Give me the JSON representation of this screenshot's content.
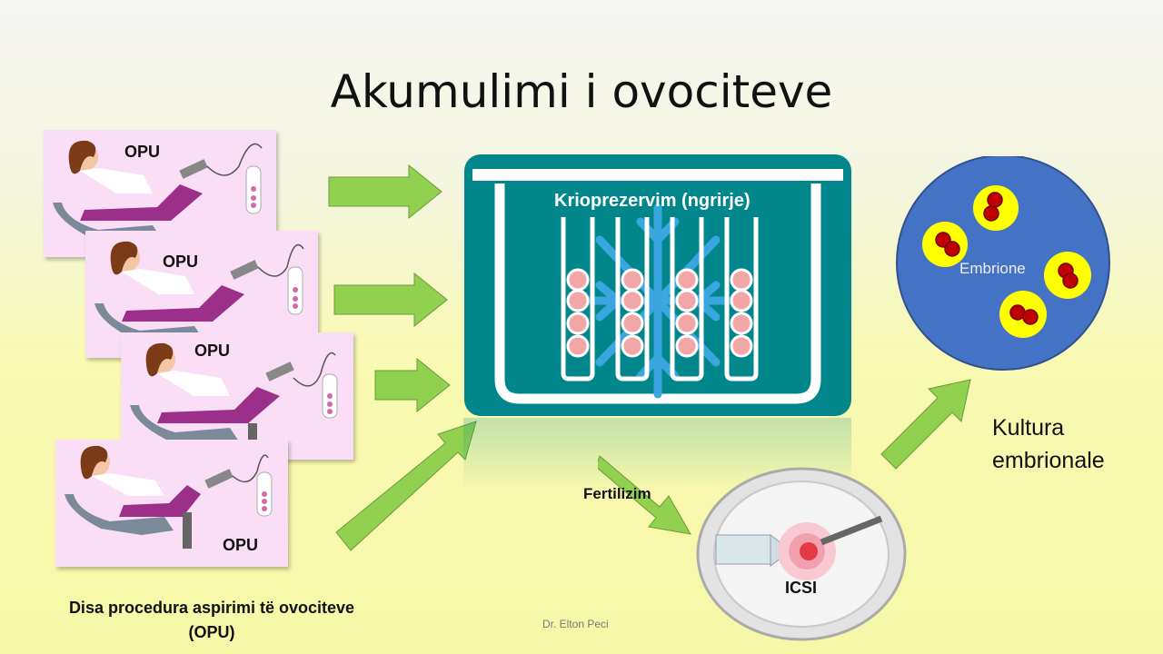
{
  "slide": {
    "title": "Akumulimi i ovociteve",
    "opu_labels": [
      "OPU",
      "OPU",
      "OPU",
      "OPU"
    ],
    "freezer_label": "Krioprezervim (ngrirje)",
    "embryo_label": "Embrione",
    "culture_label": "Kultura embrionale",
    "fertilization_label": "Fertilizim",
    "icsi_label": "ICSI",
    "caption": "Disa procedura aspirimi të ovociteve (OPU)",
    "author": "Dr. Elton Peci"
  },
  "colors": {
    "arrow": "#92d050",
    "freezer": "#00868b",
    "snowflake": "#3aa6e0",
    "dish": "#4472c4",
    "embryo_halo": "#ffff00",
    "cell": "#c00000",
    "card": "#f9def6"
  },
  "icons": [
    "patient-icon",
    "snowflake-icon",
    "test-tube-icon",
    "embryo-icon",
    "microscope-dish-icon"
  ]
}
